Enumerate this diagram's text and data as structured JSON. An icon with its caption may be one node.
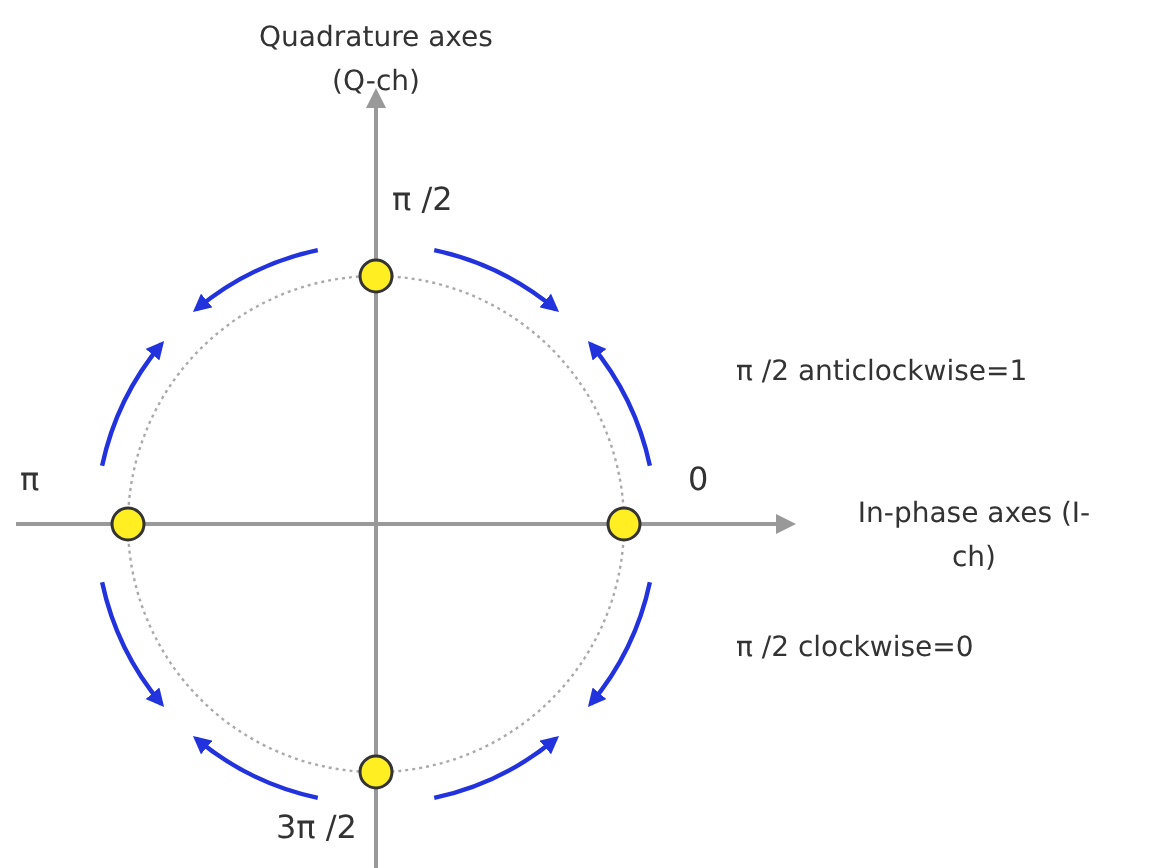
{
  "diagram": {
    "nodes": [
      {
        "text": [],
        "shape": "circle",
        "beside": [
          "π /2"
        ]
      },
      {
        "text": [],
        "shape": "circle",
        "beside": [
          "π"
        ]
      },
      {
        "text": [],
        "shape": "circle",
        "beside": [
          "0"
        ]
      },
      {
        "text": [],
        "shape": "circle",
        "beside": [
          "3π /2"
        ]
      }
    ],
    "labels": [
      "Quadrature axes (Q-ch)",
      "π /2 anticlockwise=1",
      "In-phase axes (I-ch)",
      "π /2 clockwise=0"
    ]
  }
}
